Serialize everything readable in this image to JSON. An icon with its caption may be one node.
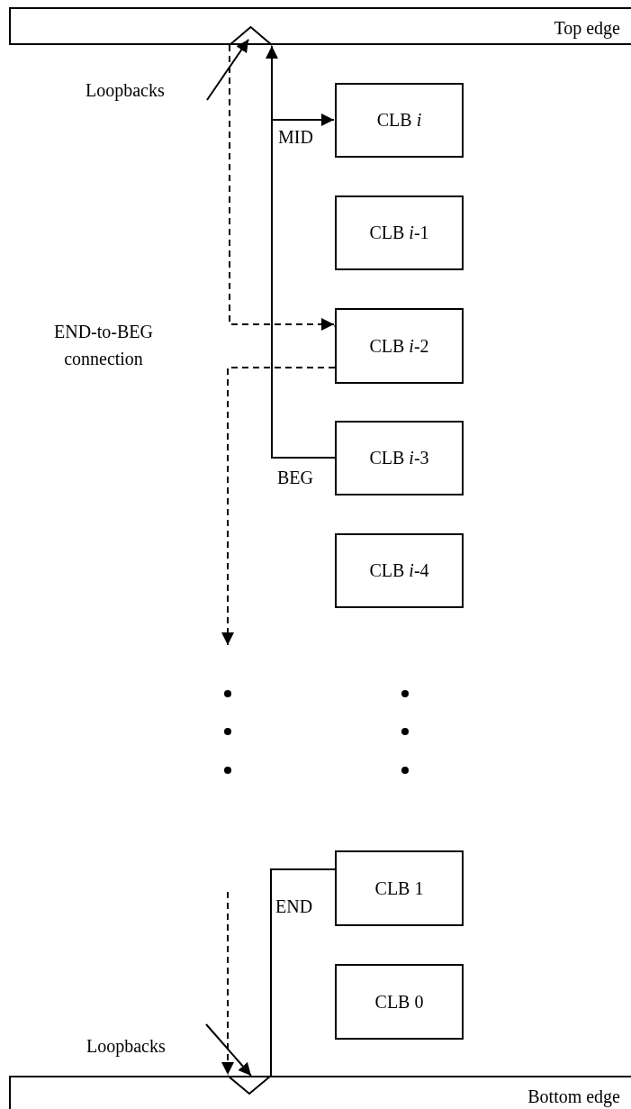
{
  "diagram": {
    "nodes": [
      {
        "text": [
          "Top edge"
        ]
      },
      {
        "text": [],
        "shape": "chevron",
        "in": 0
      },
      {
        "text": [
          "Loopbacks"
        ]
      },
      {
        "text": [
          "CLB *i*"
        ]
      },
      {
        "text": [
          "CLB *i*-1"
        ]
      },
      {
        "text": [
          "CLB *i*-2"
        ]
      },
      {
        "text": [
          "CLB *i*-3"
        ]
      },
      {
        "text": [
          "CLB *i*-4"
        ]
      },
      {
        "text": [
          "CLB 1"
        ]
      },
      {
        "text": [
          "CLB 0"
        ]
      },
      {
        "text": [
          "Loopbacks"
        ]
      },
      {
        "text": [],
        "shape": "chevron",
        "in": 12
      },
      {
        "text": [
          "Bottom edge"
        ]
      }
    ],
    "edges": [
      {
        "from": 6,
        "to": 1,
        "arrow": "to",
        "label": "BEG"
      },
      {
        "from": 6,
        "to": 3,
        "arrow": "to",
        "label": "MID"
      },
      {
        "from": 1,
        "to": 5,
        "arrow": "to",
        "style": "dashed"
      },
      {
        "from": 5,
        "to": null,
        "arrow": "to",
        "style": "dashed"
      },
      {
        "from": null,
        "to": 11,
        "arrow": "to",
        "style": "dashed"
      },
      {
        "from": 11,
        "to": 8,
        "arrow": "none",
        "label": "END"
      },
      {
        "from": 2,
        "to": 1,
        "arrow": "to"
      },
      {
        "from": 10,
        "to": 11,
        "arrow": "to"
      }
    ],
    "labels": [
      "END-to-BEG connection"
    ]
  }
}
